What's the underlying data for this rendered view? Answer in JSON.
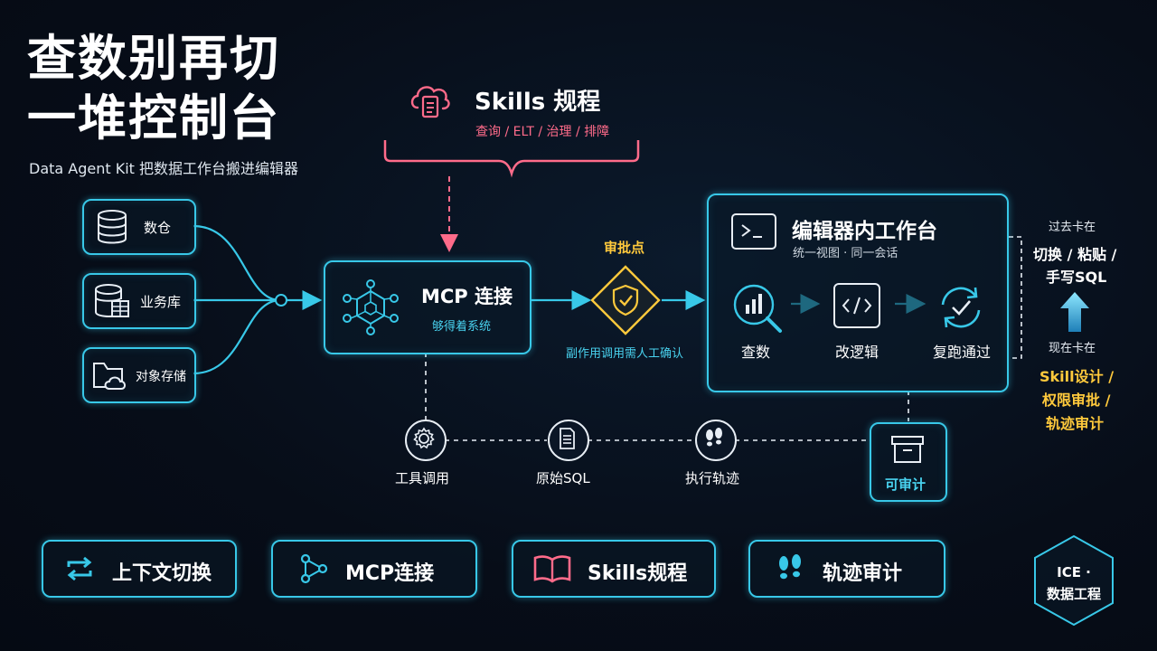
{
  "header": {
    "title_line1": "查数别再切",
    "title_line2": "一堆控制台",
    "subtitle": "Data Agent Kit 把数据工作台搬进编辑器"
  },
  "skills": {
    "title": "Skills 规程",
    "subtitle": "查询 / ELT / 治理 / 排障"
  },
  "sources": [
    {
      "label": "数仓",
      "icon": "database-icon"
    },
    {
      "label": "业务库",
      "icon": "database-table-icon"
    },
    {
      "label": "对象存储",
      "icon": "folder-cloud-icon"
    }
  ],
  "mcp": {
    "title": "MCP 连接",
    "subtitle": "够得着系统"
  },
  "approval": {
    "title": "审批点",
    "caption": "副作用调用需人工确认"
  },
  "workspace": {
    "title": "编辑器内工作台",
    "subtitle": "统一视图 · 同一会话",
    "steps": [
      {
        "label": "查数",
        "icon": "chart-search-icon"
      },
      {
        "label": "改逻辑",
        "icon": "code-icon"
      },
      {
        "label": "复跑通过",
        "icon": "refresh-check-icon"
      }
    ]
  },
  "trace": [
    {
      "label": "工具调用",
      "icon": "gear-icon"
    },
    {
      "label": "原始SQL",
      "icon": "document-icon"
    },
    {
      "label": "执行轨迹",
      "icon": "footprints-icon"
    }
  ],
  "audit": {
    "label": "可审计"
  },
  "comparison": {
    "past_label": "过去卡在",
    "past_text_1": "切换 / 粘贴 /",
    "past_text_2": "手写SQL",
    "now_label": "现在卡在",
    "now_text_1": "Skill设计 /",
    "now_text_2": "权限审批 /",
    "now_text_3": "轨迹审计"
  },
  "bottom_pills": [
    {
      "label": "上下文切换",
      "icon": "swap-icon"
    },
    {
      "label": "MCP连接",
      "icon": "nodes-icon"
    },
    {
      "label": "Skills规程",
      "icon": "book-icon"
    },
    {
      "label": "轨迹审计",
      "icon": "footprints-icon"
    }
  ],
  "badge": {
    "line1": "ICE ·",
    "line2": "数据工程"
  },
  "colors": {
    "cyan": "#38c8e8",
    "pink": "#ff6b8a",
    "yellow": "#ffc93c",
    "background": "#070d18"
  }
}
